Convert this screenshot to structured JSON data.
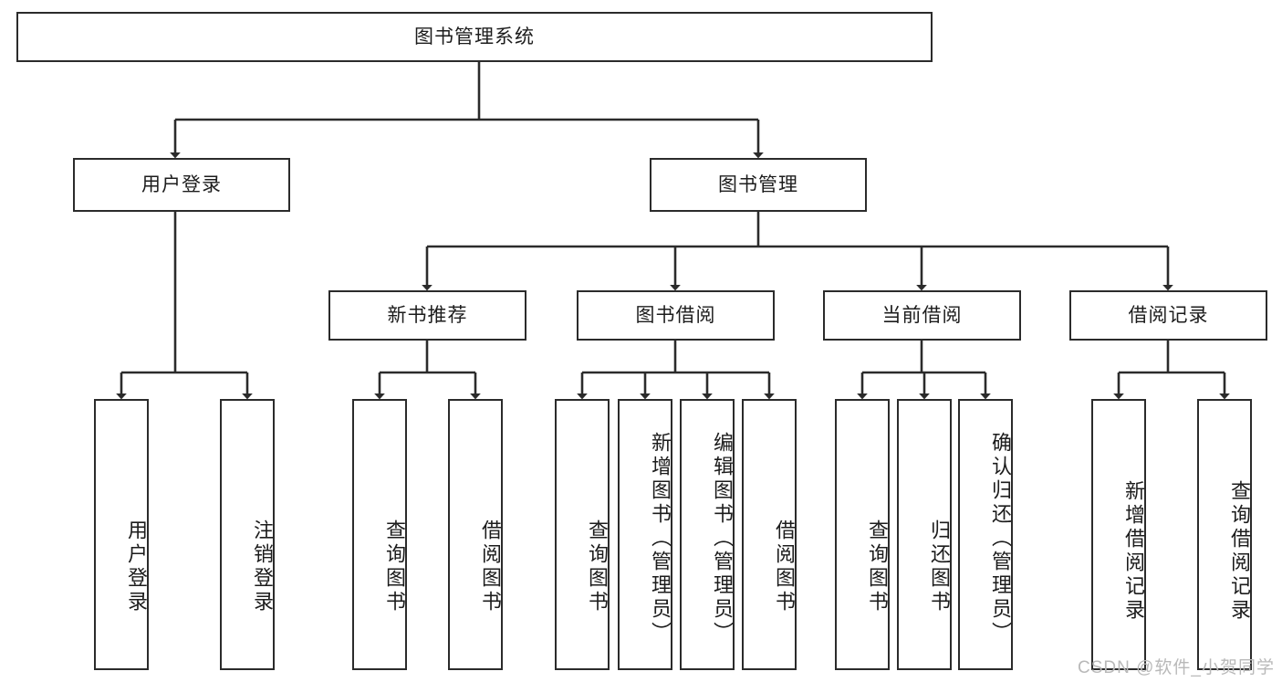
{
  "diagram": {
    "type": "tree-hierarchy",
    "title": "图书管理系统",
    "orientation": "top-down",
    "colors": {
      "box_border": "#2b2b2b",
      "box_fill": "#ffffff",
      "connector": "#2b2b2b",
      "text": "#1c1c1c",
      "watermark": "#b9b9b9"
    },
    "root": {
      "label": "图书管理系统"
    },
    "level1": [
      {
        "id": "user-login",
        "label": "用户登录"
      },
      {
        "id": "book-management",
        "label": "图书管理"
      }
    ],
    "level2": [
      {
        "id": "new-book-recommend",
        "label": "新书推荐",
        "parent": "book-management"
      },
      {
        "id": "book-borrow",
        "label": "图书借阅",
        "parent": "book-management"
      },
      {
        "id": "current-borrow",
        "label": "当前借阅",
        "parent": "book-management"
      },
      {
        "id": "borrow-record",
        "label": "借阅记录",
        "parent": "book-management"
      }
    ],
    "leaves": {
      "user_login": [
        {
          "id": "leaf-user-login",
          "label": "用户登录"
        },
        {
          "id": "leaf-user-logout",
          "label": "注销登录"
        }
      ],
      "new_book_recommend": [
        {
          "id": "leaf-query-book-1",
          "label": "查询图书"
        },
        {
          "id": "leaf-borrow-book-1",
          "label": "借阅图书"
        }
      ],
      "book_borrow": [
        {
          "id": "leaf-query-book-2",
          "label": "查询图书"
        },
        {
          "id": "leaf-add-book",
          "label": "新增图书（管理员）"
        },
        {
          "id": "leaf-edit-book",
          "label": "编辑图书（管理员）"
        },
        {
          "id": "leaf-borrow-book-2",
          "label": "借阅图书"
        }
      ],
      "current_borrow": [
        {
          "id": "leaf-query-book-3",
          "label": "查询图书"
        },
        {
          "id": "leaf-return-book",
          "label": "归还图书"
        },
        {
          "id": "leaf-confirm-return",
          "label": "确认归还（管理员）"
        }
      ],
      "borrow_record": [
        {
          "id": "leaf-add-record",
          "label": "新增借阅记录"
        },
        {
          "id": "leaf-query-record",
          "label": "查询借阅记录"
        }
      ]
    }
  },
  "watermark": {
    "text": "CSDN @软件_小贺同学"
  }
}
